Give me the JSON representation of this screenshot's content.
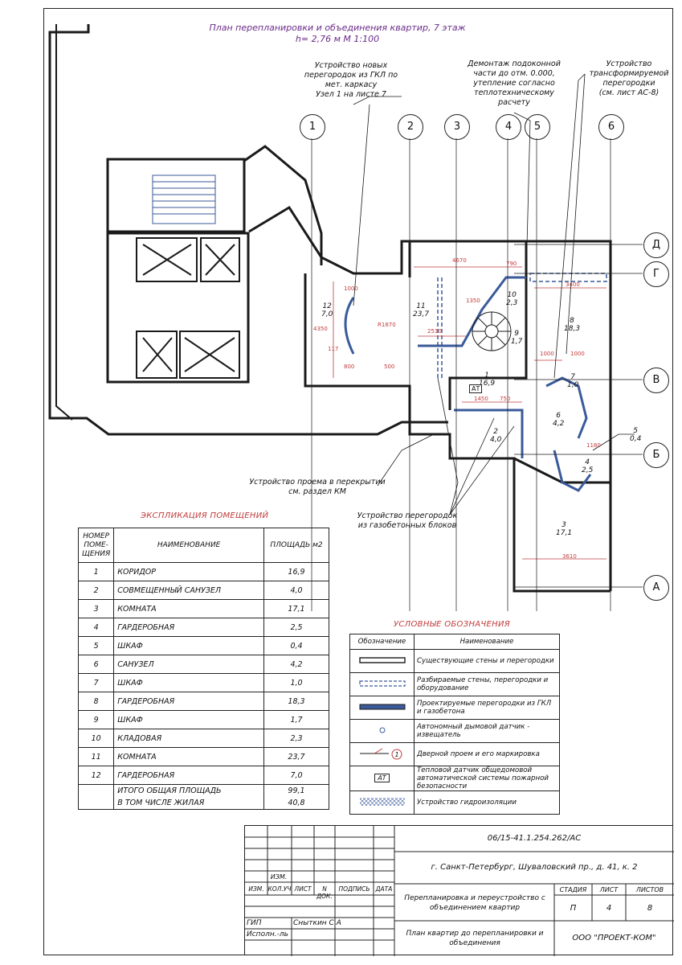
{
  "sheet": {
    "title_line1": "План перепланировки и объединения квартир, 7 этаж",
    "title_line2": "h= 2,76 м   М 1:100"
  },
  "notes": {
    "gkl": [
      "Устройство новых",
      "перегородок из ГКЛ по",
      "мет. каркасу",
      "Узел 1 на листе 7"
    ],
    "dismantle": [
      "Демонтаж подоконной",
      "части до отм. 0.000,",
      "утепление согласно",
      "теплотехническому",
      "расчету"
    ],
    "transform": [
      "Устройство",
      "трансформируемой",
      "перегородки",
      "(см. лист АС-8)"
    ],
    "opening": [
      "Устройство проема в перекрытии",
      "см. раздел КМ"
    ],
    "aerated": [
      "Устройство перегородок",
      "из газобетонных блоков"
    ]
  },
  "axes": {
    "vertical": [
      "1",
      "2",
      "3",
      "4",
      "5",
      "6"
    ],
    "horizontal": [
      "Д",
      "Г",
      "В",
      "Б",
      "А"
    ]
  },
  "rooms": [
    {
      "num": "1",
      "area": "16,9"
    },
    {
      "num": "2",
      "area": "4,0"
    },
    {
      "num": "3",
      "area": "17,1"
    },
    {
      "num": "4",
      "area": "2,5"
    },
    {
      "num": "5",
      "area": "0,4"
    },
    {
      "num": "6",
      "area": "4,2"
    },
    {
      "num": "7",
      "area": "1,0"
    },
    {
      "num": "8",
      "area": "18,3"
    },
    {
      "num": "9",
      "area": "1,7"
    },
    {
      "num": "10",
      "area": "2,3"
    },
    {
      "num": "11",
      "area": "23,7"
    },
    {
      "num": "12",
      "area": "7,0"
    }
  ],
  "dimensions": [
    "4670",
    "790",
    "3400",
    "1000",
    "2510",
    "1000",
    "1450",
    "750",
    "1180",
    "3610",
    "R1870",
    "4350",
    "1000",
    "800",
    "500",
    "1350",
    "117"
  ],
  "fire_sensor_label": "АТ",
  "explication": {
    "title": "ЭКСПЛИКАЦИЯ ПОМЕЩЕНИЙ",
    "headers": {
      "num": "НОМЕР ПОМЕ- ЩЕНИЯ",
      "name": "НАИМЕНОВАНИЕ",
      "area": "ПЛОЩАДЬ м2"
    },
    "rows": [
      {
        "num": "1",
        "name": "КОРИДОР",
        "area": "16,9"
      },
      {
        "num": "2",
        "name": "СОВМЕЩЕННЫЙ САНУЗЕЛ",
        "area": "4,0"
      },
      {
        "num": "3",
        "name": "КОМНАТА",
        "area": "17,1"
      },
      {
        "num": "4",
        "name": "ГАРДЕРОБНАЯ",
        "area": "2,5"
      },
      {
        "num": "5",
        "name": "ШКАФ",
        "area": "0,4"
      },
      {
        "num": "6",
        "name": "САНУЗЕЛ",
        "area": "4,2"
      },
      {
        "num": "7",
        "name": "ШКАФ",
        "area": "1,0"
      },
      {
        "num": "8",
        "name": "ГАРДЕРОБНАЯ",
        "area": "18,3"
      },
      {
        "num": "9",
        "name": "ШКАФ",
        "area": "1,7"
      },
      {
        "num": "10",
        "name": "КЛАДОВАЯ",
        "area": "2,3"
      },
      {
        "num": "11",
        "name": "КОМНАТА",
        "area": "23,7"
      },
      {
        "num": "12",
        "name": "ГАРДЕРОБНАЯ",
        "area": "7,0"
      }
    ],
    "total_label": "ИТОГО ОБЩАЯ ПЛОЩАДЬ",
    "total_value": "99,1",
    "living_label": "В ТОМ ЧИСЛЕ ЖИЛАЯ",
    "living_value": "40,8"
  },
  "legend": {
    "title": "УСЛОВНЫЕ ОБОЗНАЧЕНИЯ",
    "col_symbol": "Обозначение",
    "col_name": "Наименование",
    "items": [
      {
        "symbol": "existing-wall",
        "text": "Существующие стены и перегородки"
      },
      {
        "symbol": "demolished-wall",
        "text": "Разбираемые стены, перегородки и оборудование"
      },
      {
        "symbol": "new-wall",
        "text": "Проектируемые перегородки из ГКЛ и газобетона"
      },
      {
        "symbol": "smoke-detector",
        "text": "Автономный дымовой датчик - извещатель"
      },
      {
        "symbol": "door-marking",
        "text": "Дверной проем и его маркировка",
        "mark": "1"
      },
      {
        "symbol": "heat-sensor",
        "text": "Тепловой датчик общедомовой автоматической системы пожарной безопасности",
        "mark": "АТ"
      },
      {
        "symbol": "waterproofing",
        "text": "Устройство гидроизоляции"
      }
    ]
  },
  "stamp": {
    "code": "06/15-41.1.254.262/АС",
    "address": "г. Санкт-Петербург, Шуваловский пр., д. 41, к. 2",
    "col_headers": [
      "ИЗМ.",
      "КОЛ.УЧ",
      "ЛИСТ",
      "N ДОК.",
      "ПОДПИСЬ",
      "ДАТА"
    ],
    "project_title": "Перепланировка и переустройство с объединением квартир",
    "stage_label": "СТАДИЯ",
    "sheet_label": "ЛИСТ",
    "sheets_label": "ЛИСТОВ",
    "stage": "П",
    "sheet_num": "4",
    "sheets_total": "8",
    "gip_label": "ГИП",
    "gip_name": "Сныткин С.А",
    "executor_label": "Исполн.-ль",
    "drawing_title": "План квартир до перепланировки и объединения",
    "company": "ООО \"ПРОЕКТ-КОМ\""
  },
  "colors": {
    "wall": "#1a1a1a",
    "new_wall": "#3a5a9a",
    "dim": "#c23b3b",
    "note_leader": "#1a1a1a",
    "title": "#6a2a8a"
  }
}
